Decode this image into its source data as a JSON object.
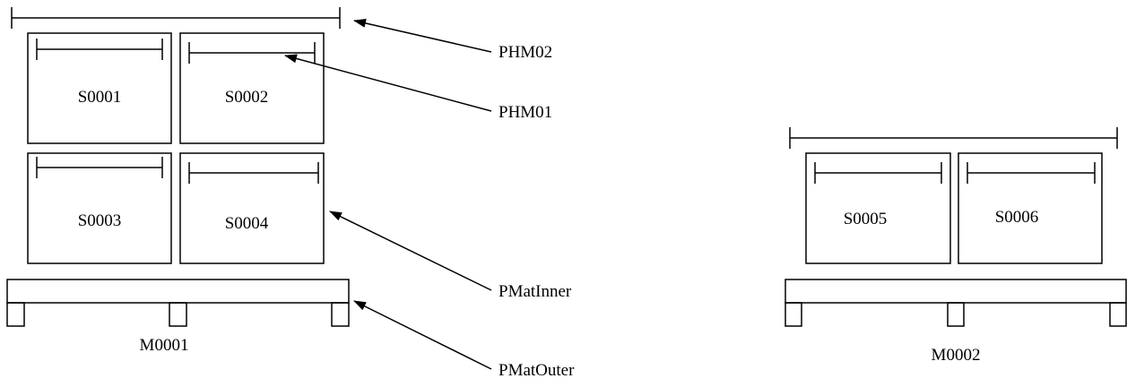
{
  "pallet_left": {
    "boxes": [
      "S0001",
      "S0002",
      "S0003",
      "S0004"
    ],
    "label": "M0001"
  },
  "pallet_right": {
    "boxes": [
      "S0005",
      "S0006"
    ],
    "label": "M0002"
  },
  "callouts": {
    "phm02": "PHM02",
    "phm01": "PHM01",
    "pmat_inner": "PMatInner",
    "pmat_outer": "PMatOuter"
  }
}
